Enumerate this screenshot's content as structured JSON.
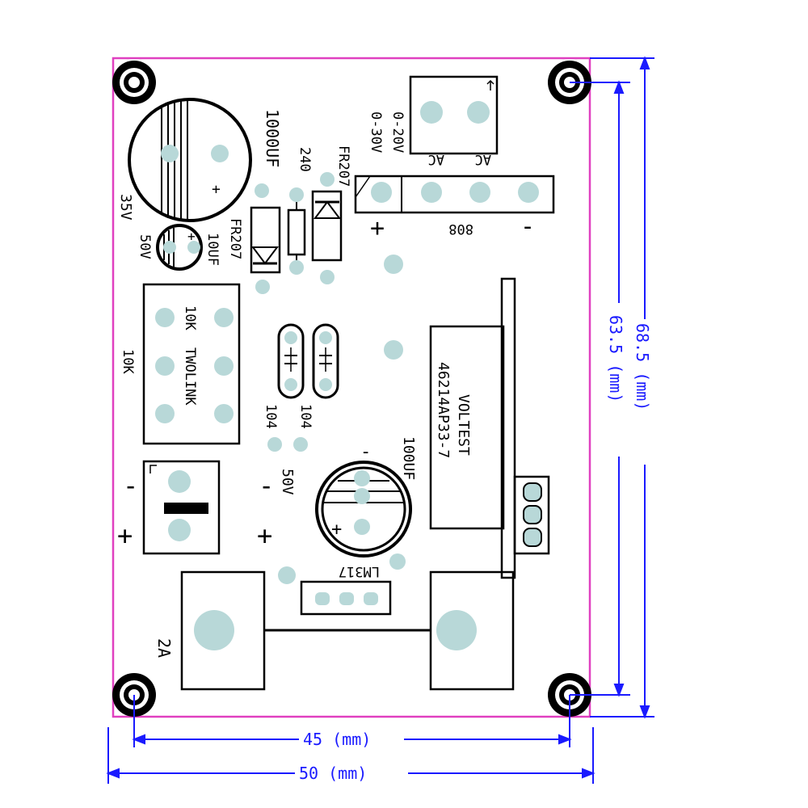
{
  "labels": {
    "cap_big_value": "1000UF",
    "cap_big_voltage": "35V",
    "cap_small_value": "10UF",
    "cap_small_voltage": "50V",
    "diode_left": "FR207",
    "diode_right": "FR207",
    "resistor": "240",
    "transformer_out_1": "0-20V",
    "transformer_out_2": "0-30V",
    "ac_left": "AC",
    "ac_right": "AC",
    "terminal_plus": "+",
    "terminal_minus": "-",
    "terminal_code": "808",
    "pot_value": "10K",
    "pot_label_a": "10K",
    "pot_label_b": "TWOLINK",
    "cap_ceramic_left": "104",
    "cap_ceramic_right": "104",
    "voltmeter_line1": "VOLTEST",
    "voltmeter_line2": "46214AP33-7",
    "cap_mid_value": "100UF",
    "cap_mid_voltage": "50V",
    "regulator": "LM317",
    "fuse": "2A",
    "input_minus": "-",
    "input_plus": "+",
    "cap_mid_minus": "-",
    "cap_mid_plus": "+",
    "cap_mid_plus_mark": "+"
  },
  "dimensions": {
    "inner_height": "63.5 (mm)",
    "outer_height": "68.5 (mm)",
    "inner_width": "45 (mm)",
    "outer_width": "50 (mm)"
  },
  "colors": {
    "board_outline": "#e040c0",
    "silkscreen": "#000000",
    "pad": "#b8d8d8",
    "dimension": "#1a1aff",
    "background": "#ffffff"
  }
}
